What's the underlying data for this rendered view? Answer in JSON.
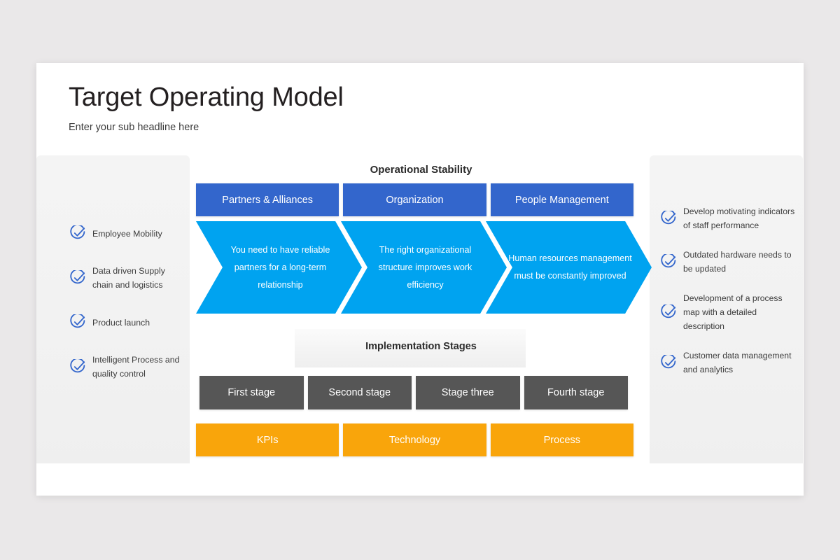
{
  "slide": {
    "title": "Target Operating Model",
    "subtitle": "Enter your sub headline here"
  },
  "colors": {
    "background": "#eae8e9",
    "slide": "#ffffff",
    "header_blue": "#3366cc",
    "chevron_blue": "#00a3f0",
    "stage_gray": "#565656",
    "accent_orange": "#f9a50b",
    "panel_gray": "#f2f2f2",
    "icon_blue": "#3366cc"
  },
  "left_panel": {
    "icon": "check-circle-icon",
    "items": [
      {
        "label": "Employee Mobility"
      },
      {
        "label": "Data driven Supply chain and logistics"
      },
      {
        "label": "Product launch"
      },
      {
        "label": "Intelligent Process and quality control"
      }
    ]
  },
  "right_panel": {
    "icon": "check-circle-icon",
    "items": [
      {
        "label": "Develop motivating indicators of staff performance"
      },
      {
        "label": "Outdated hardware needs to be updated"
      },
      {
        "label": "Development of a process map with a detailed description"
      },
      {
        "label": "Customer data management and analytics"
      }
    ]
  },
  "diagram": {
    "operational_title": "Operational Stability",
    "implementation_title": "Implementation Stages",
    "pillars": [
      {
        "header": "Partners & Alliances",
        "description": "You need to have reliable partners for a long-term relationship"
      },
      {
        "header": "Organization",
        "description": "The right organizational structure improves work efficiency"
      },
      {
        "header": "People Management",
        "description": "Human resources management must be constantly improved"
      }
    ],
    "stages": [
      {
        "label": "First stage"
      },
      {
        "label": "Second stage"
      },
      {
        "label": "Stage three"
      },
      {
        "label": "Fourth stage"
      }
    ],
    "enablers": [
      {
        "label": "KPIs"
      },
      {
        "label": "Technology"
      },
      {
        "label": "Process"
      }
    ]
  }
}
